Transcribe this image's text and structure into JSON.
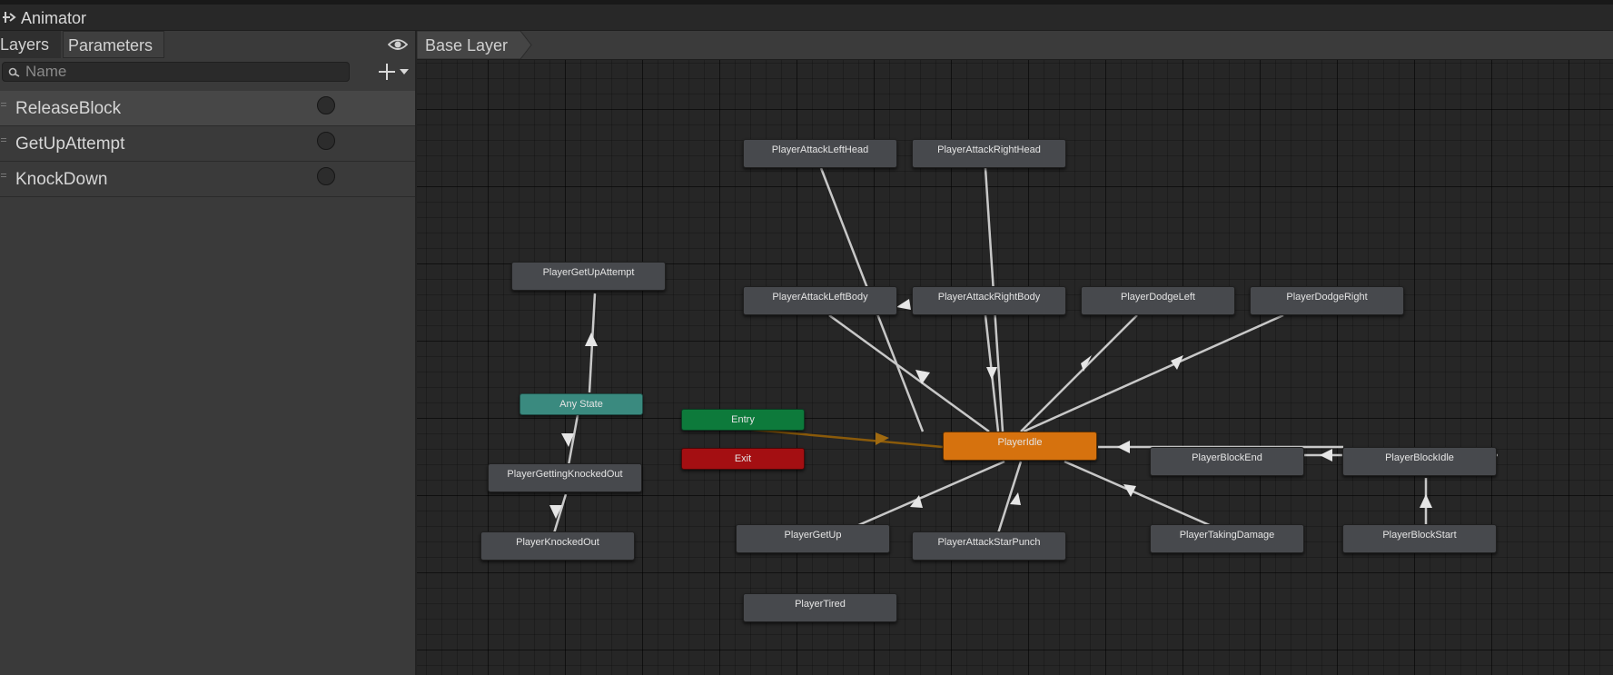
{
  "window": {
    "title": "Animator"
  },
  "tabs": {
    "layers": "Layers",
    "parameters": "Parameters"
  },
  "search": {
    "placeholder": "Name",
    "value": ""
  },
  "parameters": [
    {
      "name": "ReleaseBlock",
      "type": "trigger"
    },
    {
      "name": "GetUpAttempt",
      "type": "trigger"
    },
    {
      "name": "KnockDown",
      "type": "trigger"
    }
  ],
  "breadcrumb": {
    "layer": "Base Layer"
  },
  "states": {
    "attack_left_head": "PlayerAttackLeftHead",
    "attack_right_head": "PlayerAttackRightHead",
    "get_up_attempt": "PlayerGetUpAttempt",
    "attack_left_body": "PlayerAttackLeftBody",
    "attack_right_body": "PlayerAttackRightBody",
    "dodge_left": "PlayerDodgeLeft",
    "dodge_right": "PlayerDodgeRight",
    "any_state": "Any State",
    "entry": "Entry",
    "exit": "Exit",
    "idle": "PlayerIdle",
    "block_end": "PlayerBlockEnd",
    "block_idle": "PlayerBlockIdle",
    "getting_knocked_out": "PlayerGettingKnockedOut",
    "knocked_out": "PlayerKnockedOut",
    "get_up": "PlayerGetUp",
    "attack_star_punch": "PlayerAttackStarPunch",
    "taking_damage": "PlayerTakingDamage",
    "block_start": "PlayerBlockStart",
    "tired": "PlayerTired"
  },
  "colors": {
    "default_state": "#47494d",
    "entry_state": "#0d7a3b",
    "exit_state": "#a40f12",
    "any_state": "#3a8a7f",
    "default_layer_state": "#d6720e",
    "entry_transition": "#8a5a0a",
    "transition": "#c8c8c8"
  }
}
